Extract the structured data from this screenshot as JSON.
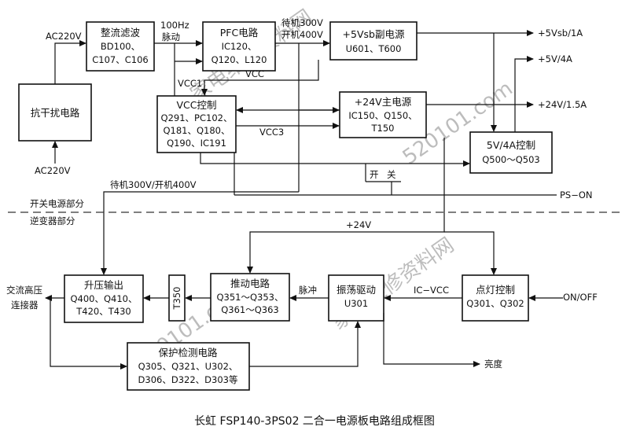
{
  "caption": "长虹 FSP140-3PS02 二合一电源板电路组成框图",
  "section_labels": {
    "top": "开关电源部分",
    "bottom": "逆变器部分"
  },
  "watermarks": [
    "家电维修资料网",
    "520101.com",
    "家电维修资料网",
    "520101.com"
  ],
  "blocks": {
    "emi": {
      "lines": [
        "抗干扰电路"
      ]
    },
    "rectifier": {
      "lines": [
        "整流滤波",
        "BD100、",
        "C107、C106"
      ]
    },
    "pfc": {
      "lines": [
        "PFC电路",
        "IC120、",
        "Q120、L120"
      ]
    },
    "standby": {
      "lines": [
        "+5Vsb副电源",
        "U601、T600"
      ]
    },
    "vcc_ctrl": {
      "lines": [
        "VCC控制",
        "Q291、PC102、",
        "Q181、Q180、",
        "Q190、IC191"
      ]
    },
    "main_psu": {
      "lines": [
        "+24V主电源",
        "IC150、Q150、",
        "T150"
      ]
    },
    "ctrl_5v": {
      "lines": [
        "5V/4A控制",
        "Q500～Q503"
      ]
    },
    "boost_out": {
      "lines": [
        "升压输出",
        "Q400、Q410、",
        "T420、T430"
      ]
    },
    "t350": {
      "lines": [
        "T350"
      ]
    },
    "driver": {
      "lines": [
        "推动电路",
        "Q351～Q353、",
        "Q361～Q363"
      ]
    },
    "oscillator": {
      "lines": [
        "振荡驱动",
        "U301"
      ]
    },
    "lamp_ctrl": {
      "lines": [
        "点灯控制",
        "Q301、Q302"
      ]
    },
    "protect": {
      "lines": [
        "保护检测电路",
        "Q305、Q321、U302、",
        "D306、D322、D303等"
      ]
    }
  },
  "signals": {
    "ac_in_top": "AC220V",
    "ac_in_bottom": "AC220V",
    "pulse_100hz": "100Hz",
    "pulsating": "脉动",
    "standby_300v": "待机300V",
    "run_400v": "开机400V",
    "vcc1": "VCC1",
    "vcc": "VCC",
    "vcc3": "VCC3",
    "out_5vsb": "+5Vsb/1A",
    "out_5v": "+5V/4A",
    "out_24v": "+24V/1.5A",
    "switch_kai": "开",
    "switch_guan": "关",
    "ps_on": "PS−ON",
    "hv_bus": "待机300V/开机400V",
    "rail_24v": "+24V",
    "pulse": "脉冲",
    "ic_vcc": "IC−VCC",
    "on_off": "ON/OFF",
    "ac_hv_1": "交流高压",
    "ac_hv_2": "连接器",
    "brightness": "亮度"
  }
}
